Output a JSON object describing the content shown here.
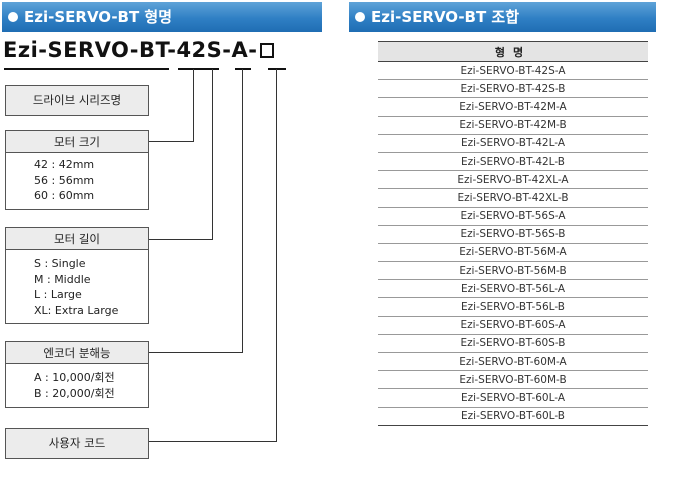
{
  "left": {
    "header": "Ezi-SERVO-BT 형명",
    "model_code": {
      "prefix": "Ezi-SERVO-BT-",
      "size": "42",
      "length": "S",
      "sep1": "-",
      "encoder": "A",
      "sep2": "-"
    },
    "boxes": {
      "series": {
        "title": "드라이브 시리즈명"
      },
      "motor_size": {
        "title": "모터 크기",
        "lines": [
          "42 : 42mm",
          "56 : 56mm",
          "60 : 60mm"
        ]
      },
      "motor_length": {
        "title": "모터 길이",
        "lines": [
          "S : Single",
          "M : Middle",
          "L : Large",
          "XL: Extra Large"
        ]
      },
      "encoder": {
        "title": "엔코더 분해능",
        "lines": [
          "A : 10,000/회전",
          "B : 20,000/회전"
        ]
      },
      "user_code": {
        "title": "사용자 코드"
      }
    }
  },
  "right": {
    "header": "Ezi-SERVO-BT 조합",
    "table_header": "형명",
    "rows": [
      "Ezi-SERVO-BT-42S-A",
      "Ezi-SERVO-BT-42S-B",
      "Ezi-SERVO-BT-42M-A",
      "Ezi-SERVO-BT-42M-B",
      "Ezi-SERVO-BT-42L-A",
      "Ezi-SERVO-BT-42L-B",
      "Ezi-SERVO-BT-42XL-A",
      "Ezi-SERVO-BT-42XL-B",
      "Ezi-SERVO-BT-56S-A",
      "Ezi-SERVO-BT-56S-B",
      "Ezi-SERVO-BT-56M-A",
      "Ezi-SERVO-BT-56M-B",
      "Ezi-SERVO-BT-56L-A",
      "Ezi-SERVO-BT-56L-B",
      "Ezi-SERVO-BT-60S-A",
      "Ezi-SERVO-BT-60S-B",
      "Ezi-SERVO-BT-60M-A",
      "Ezi-SERVO-BT-60M-B",
      "Ezi-SERVO-BT-60L-A",
      "Ezi-SERVO-BT-60L-B"
    ]
  },
  "colors": {
    "header_blue": "#2f7fc4",
    "box_fill": "#ececec"
  }
}
